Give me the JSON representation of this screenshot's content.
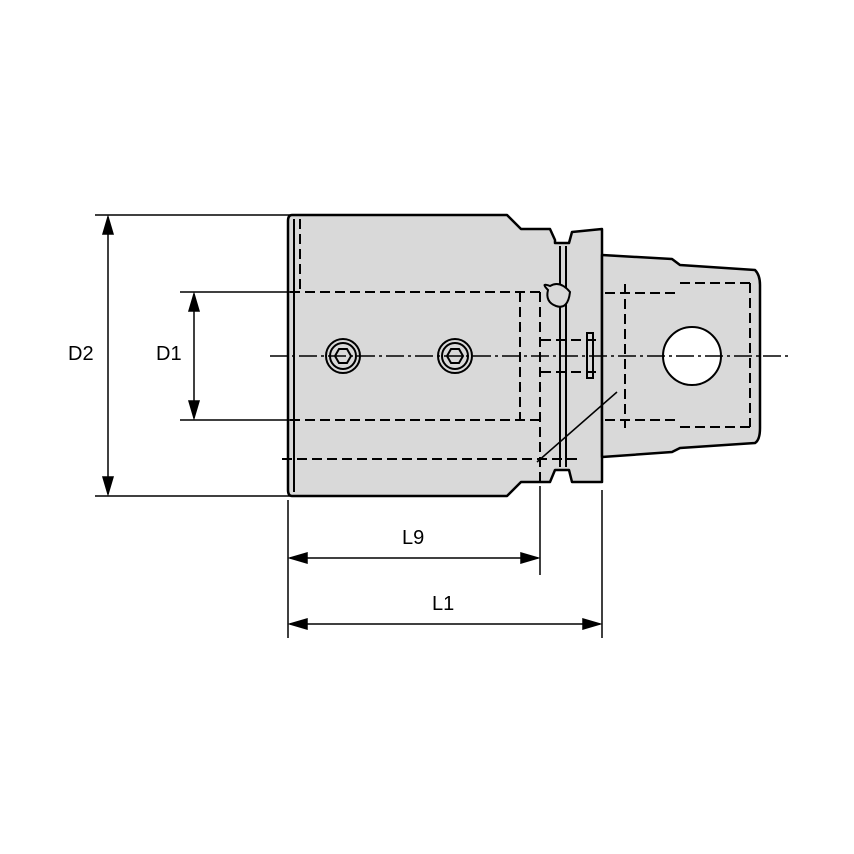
{
  "dimensions": {
    "d2": "D2",
    "d1": "D1",
    "l9": "L9",
    "l1": "L1"
  },
  "colors": {
    "body": "#d9d9d9",
    "line": "#000000"
  }
}
